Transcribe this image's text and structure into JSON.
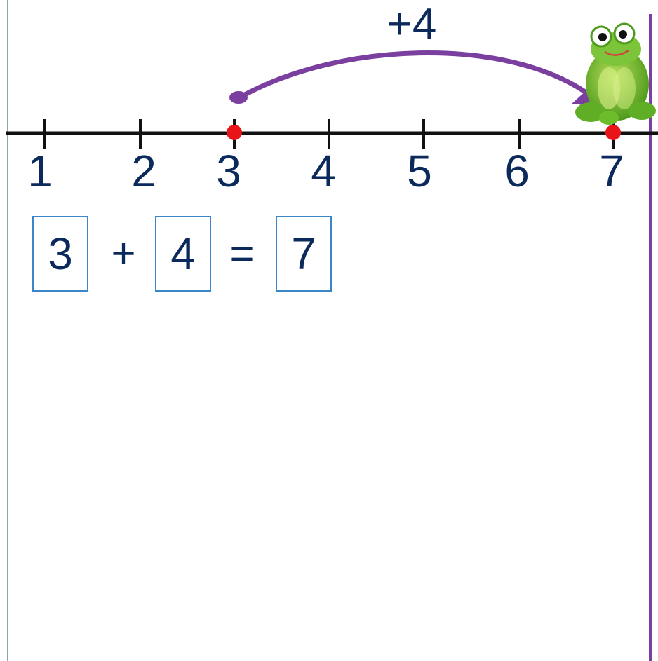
{
  "number_line": {
    "ticks": [
      "1",
      "2",
      "3",
      "4",
      "5",
      "6",
      "7"
    ],
    "start_value": 3,
    "end_value": 7,
    "jump_label": "+4",
    "colors": {
      "arc": "#7b3fa0",
      "dots": "#e8141a",
      "line": "#111111",
      "text": "#0b2a5b"
    }
  },
  "equation": {
    "addend1": "3",
    "plus": "+",
    "addend2": "4",
    "equals": "=",
    "sum": "7"
  },
  "character": "frog-icon"
}
